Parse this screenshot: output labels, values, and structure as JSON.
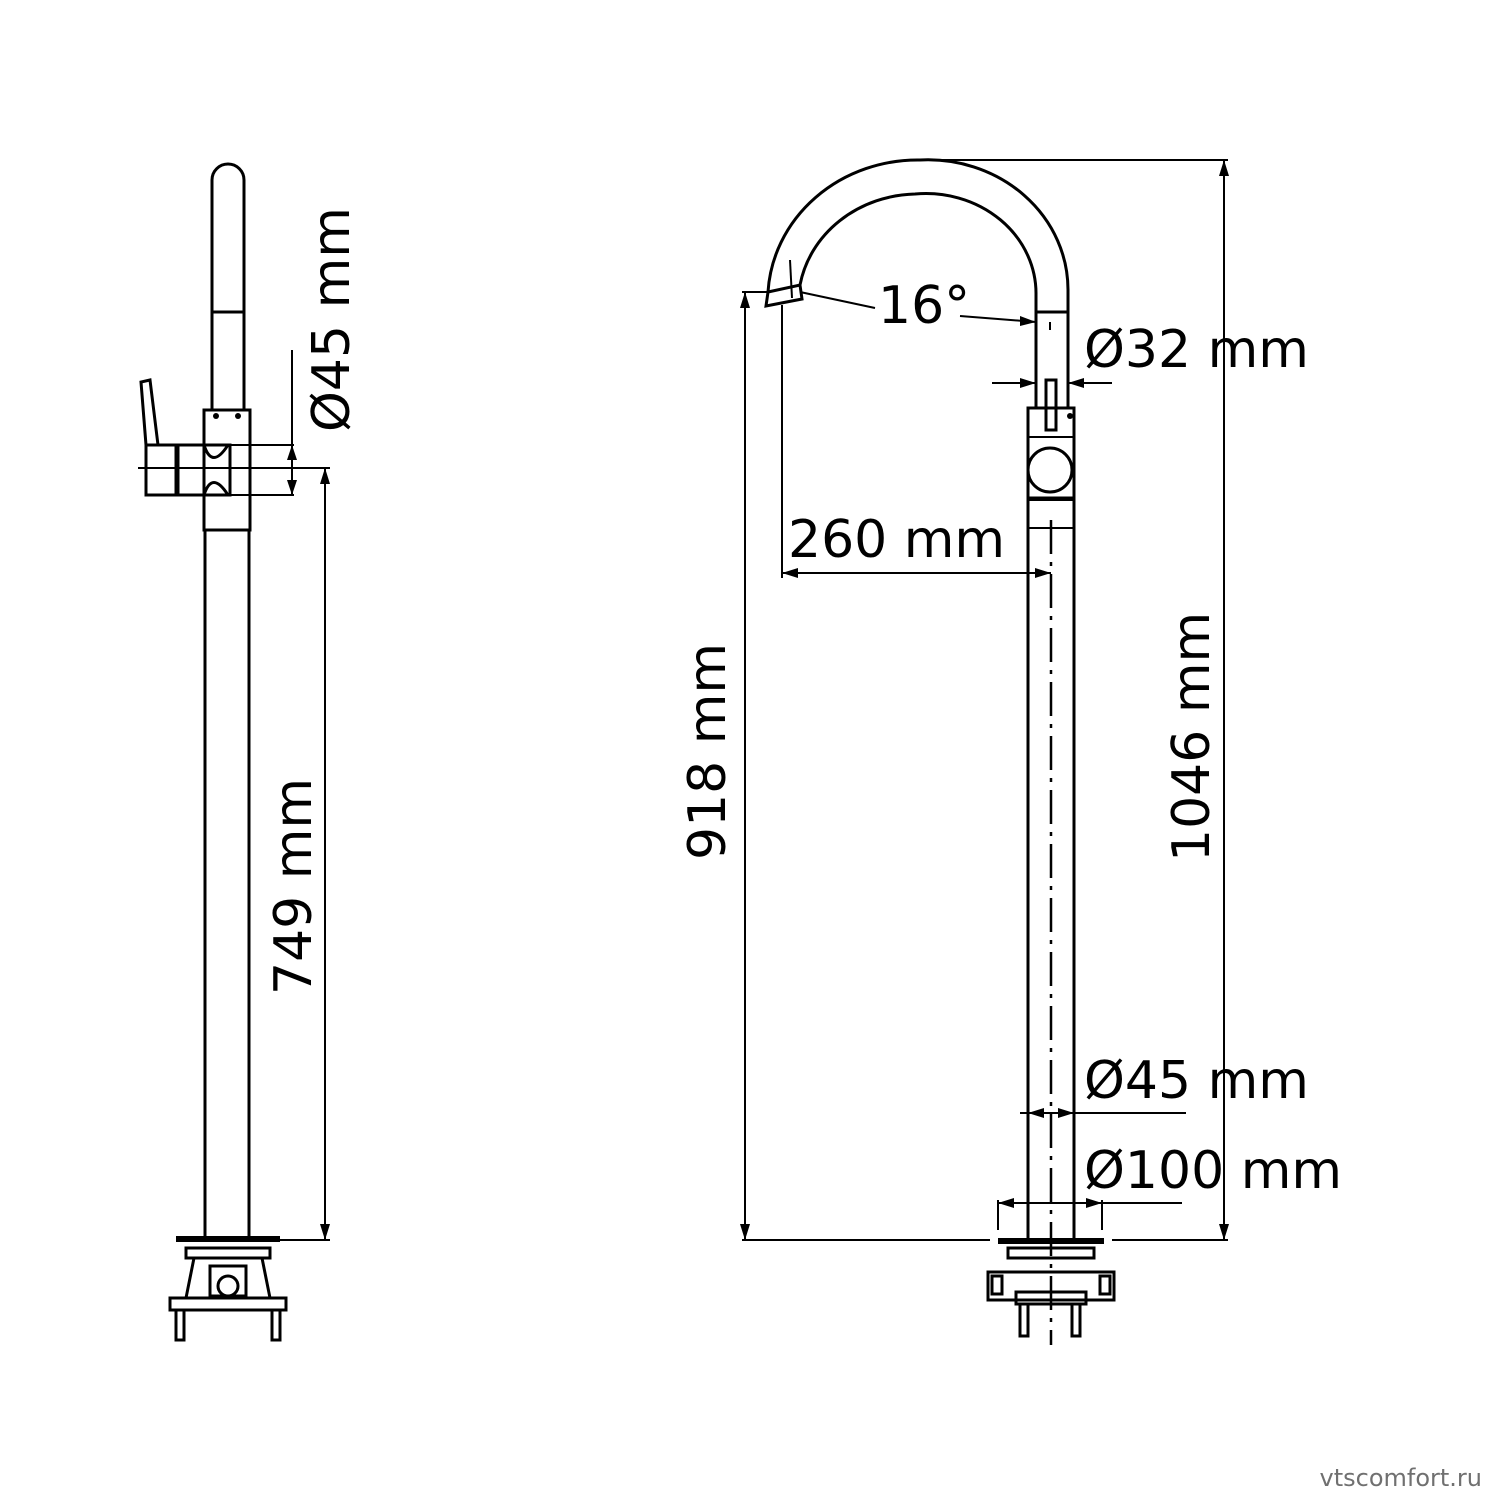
{
  "drawing": {
    "subject": "Freestanding faucet technical drawing",
    "side_view": {
      "labels": {
        "handle_diameter": "Ø45 mm",
        "body_height": "749 mm"
      }
    },
    "front_view": {
      "labels": {
        "spout_angle": "16°",
        "spout_diameter": "Ø32 mm",
        "spout_reach": "260 mm",
        "spout_outlet_height": "918 mm",
        "total_height": "1046 mm",
        "column_diameter": "Ø45 mm",
        "base_diameter": "Ø100 mm"
      }
    }
  },
  "watermark": "vtscomfort.ru"
}
